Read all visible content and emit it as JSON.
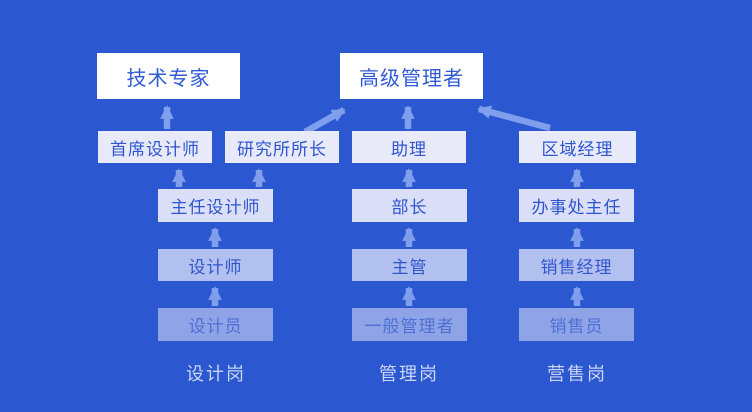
{
  "diagram": {
    "peaks": {
      "tech_expert": "技术专家",
      "senior_manager": "高级管理者"
    },
    "design": {
      "label": "设计岗",
      "chief_designer": "首席设计师",
      "institute_head": "研究所所长",
      "director_designer": "主任设计师",
      "designer": "设计师",
      "draftsman": "设计员"
    },
    "management": {
      "label": "管理岗",
      "assistant": "助理",
      "minister": "部长",
      "supervisor": "主管",
      "general_manager": "一般管理者"
    },
    "sales": {
      "label": "营售岗",
      "regional_manager": "区域经理",
      "office_head": "办事处主任",
      "sales_manager": "销售经理",
      "salesman": "销售员"
    },
    "colors": {
      "background": "#2b57d0",
      "peak_box": "#ffffff",
      "level2_box": "#e8eafa",
      "level3_box": "#dadef7",
      "level4_box": "#b2c0ef",
      "level5_box": "#8ea4e6",
      "box_text": "#2e55cf",
      "arrow": "#7f9eeb",
      "column_label_text": "#c9d5f3"
    }
  }
}
